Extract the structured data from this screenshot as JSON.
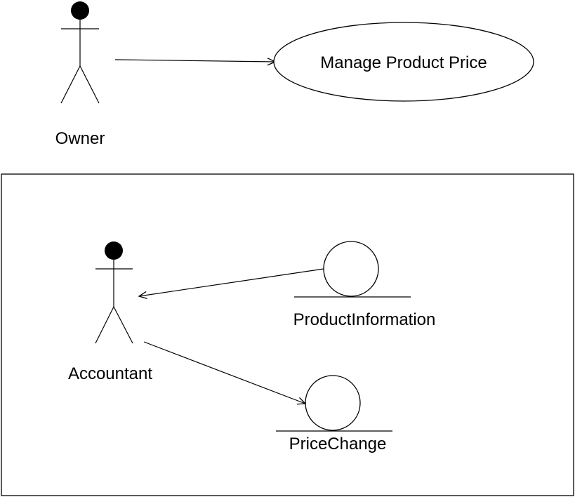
{
  "top": {
    "actor": {
      "label": "Owner"
    },
    "use_case": {
      "label": "Manage Product Price"
    }
  },
  "system": {
    "actor": {
      "label": "Accountant"
    },
    "entities": [
      {
        "label": "ProductInformation"
      },
      {
        "label": "PriceChange"
      }
    ]
  },
  "colors": {
    "stroke": "#000000",
    "background": "#ffffff"
  }
}
